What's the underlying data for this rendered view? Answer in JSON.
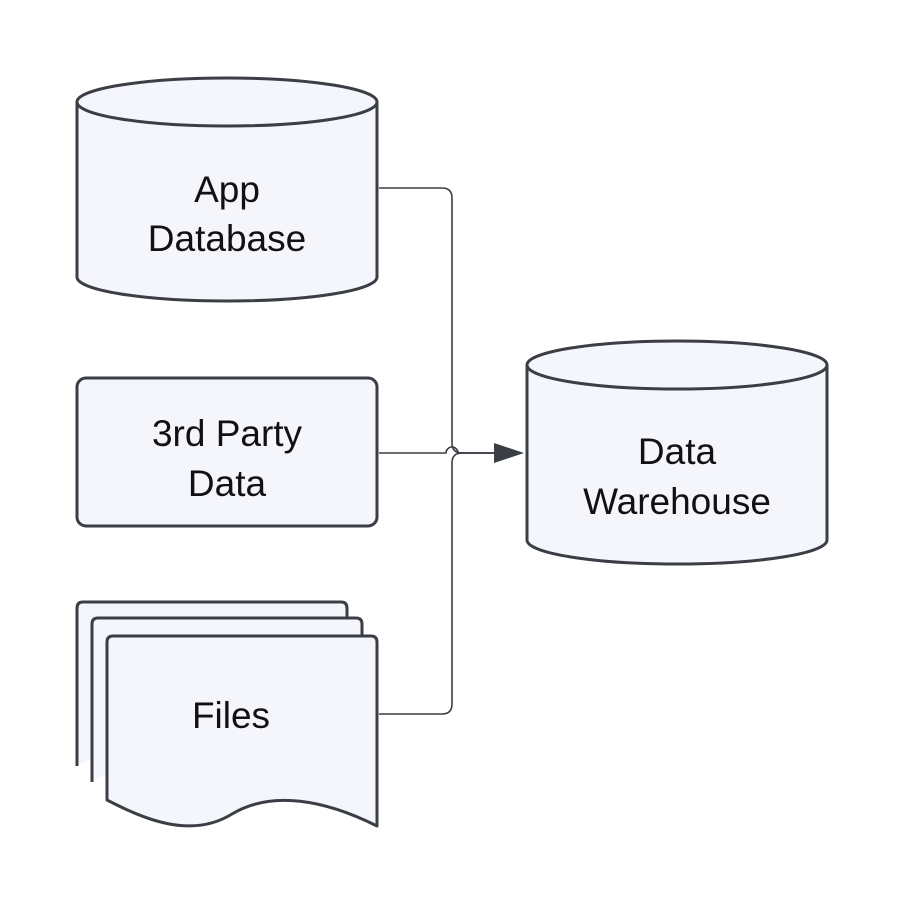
{
  "nodes": {
    "app_database": {
      "line1": "App",
      "line2": "Database"
    },
    "third_party": {
      "line1": "3rd Party",
      "line2": "Data"
    },
    "files": {
      "label": "Files"
    },
    "warehouse": {
      "line1": "Data",
      "line2": "Warehouse"
    }
  },
  "edges": [
    {
      "from": "App Database",
      "to": "Data Warehouse"
    },
    {
      "from": "3rd Party Data",
      "to": "Data Warehouse"
    },
    {
      "from": "Files",
      "to": "Data Warehouse"
    }
  ],
  "colors": {
    "node_fill": "#f5f5fc",
    "node_stroke": "#3b3e45",
    "edge": "#3b3e45",
    "text": "#111111"
  }
}
